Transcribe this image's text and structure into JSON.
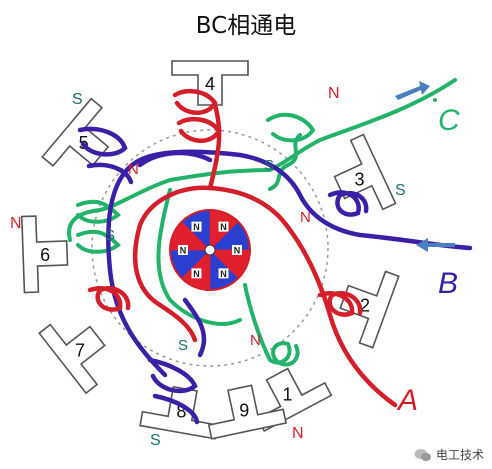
{
  "title": "BC相通电",
  "teeth": [
    {
      "label": "1",
      "pole": ""
    },
    {
      "label": "2",
      "pole": "S"
    },
    {
      "label": "3",
      "pole": "N"
    },
    {
      "label": "4",
      "pole": ""
    },
    {
      "label": "5",
      "pole": "S"
    },
    {
      "label": "6",
      "pole": "N"
    },
    {
      "label": "7",
      "pole": ""
    },
    {
      "label": "8",
      "pole": "S"
    },
    {
      "label": "9",
      "pole": "N"
    }
  ],
  "inner_poles": [
    "S",
    "N",
    "S",
    "N",
    "S",
    "N"
  ],
  "rotor_labels": [
    "N",
    "N",
    "N",
    "N",
    "N",
    "N"
  ],
  "phase_labels": {
    "a": "A",
    "b": "B",
    "c": "C"
  },
  "colors": {
    "phase_a": "#d41e2a",
    "phase_b": "#3b1fa6",
    "phase_c": "#22b26a",
    "pole_n": "#d41e2a",
    "pole_s": "#1a6d6a",
    "arrow": "#4a7fc0"
  },
  "watermark": "电工技术"
}
